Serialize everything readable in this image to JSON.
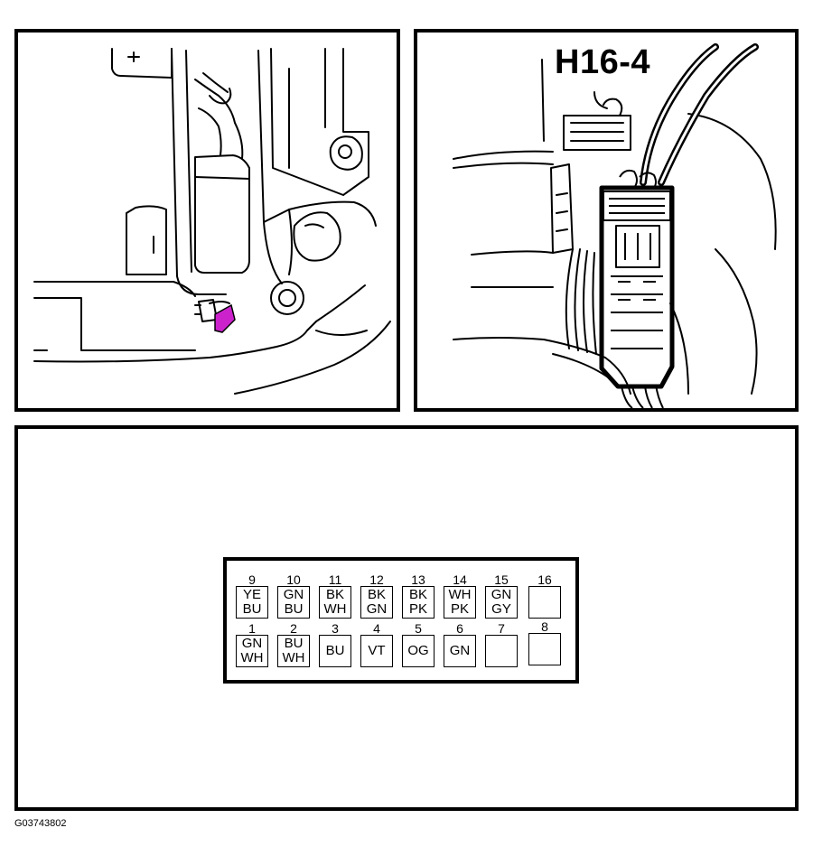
{
  "connector": {
    "title": "H16-4",
    "highlight_color": "#cc22cc"
  },
  "pins": {
    "top": [
      {
        "num": "9",
        "c1": "YE",
        "c2": "BU"
      },
      {
        "num": "10",
        "c1": "GN",
        "c2": "BU"
      },
      {
        "num": "11",
        "c1": "BK",
        "c2": "WH"
      },
      {
        "num": "12",
        "c1": "BK",
        "c2": "GN"
      },
      {
        "num": "13",
        "c1": "BK",
        "c2": "PK"
      },
      {
        "num": "14",
        "c1": "WH",
        "c2": "PK"
      },
      {
        "num": "15",
        "c1": "GN",
        "c2": "GY"
      },
      {
        "num": "16",
        "c1": "",
        "c2": ""
      }
    ],
    "bottom": [
      {
        "num": "1",
        "c1": "GN",
        "c2": "WH"
      },
      {
        "num": "2",
        "c1": "BU",
        "c2": "WH"
      },
      {
        "num": "3",
        "c1": "BU",
        "c2": ""
      },
      {
        "num": "4",
        "c1": "VT",
        "c2": ""
      },
      {
        "num": "5",
        "c1": "OG",
        "c2": ""
      },
      {
        "num": "6",
        "c1": "GN",
        "c2": ""
      },
      {
        "num": "7",
        "c1": "",
        "c2": ""
      },
      {
        "num": "8",
        "c1": "",
        "c2": ""
      }
    ]
  },
  "figure_id": "G03743802"
}
